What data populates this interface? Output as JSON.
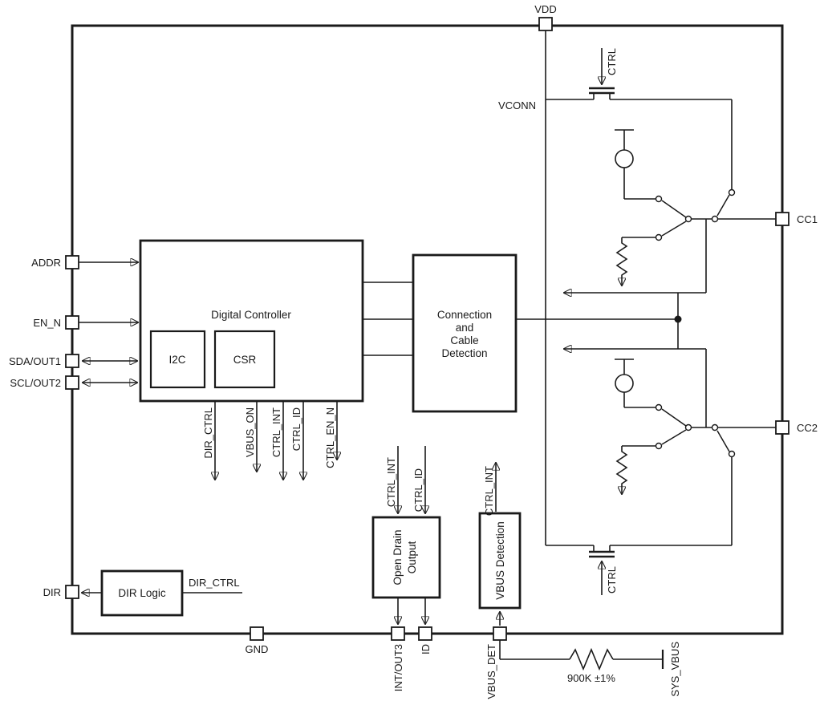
{
  "pins": {
    "vdd": "VDD",
    "addr": "ADDR",
    "en_n": "EN_N",
    "sda_out1": "SDA/OUT1",
    "scl_out2": "SCL/OUT2",
    "dir": "DIR",
    "cc1": "CC1",
    "cc2": "CC2",
    "gnd": "GND",
    "int_out3": "INT/OUT3",
    "id": "ID",
    "vbus_det": "VBUS_DET",
    "sys_vbus": "SYS_VBUS"
  },
  "blocks": {
    "digital_controller": "Digital Controller",
    "i2c": "I2C",
    "csr": "CSR",
    "connection": {
      "l1": "Connection",
      "l2": "and",
      "l3": "Cable",
      "l4": "Detection"
    },
    "open_drain": {
      "l1": "Open Drain",
      "l2": "Output"
    },
    "vbus_detection": "VBUS Detection",
    "dir_logic": "DIR Logic"
  },
  "signals": {
    "dir_ctrl": "DIR_CTRL",
    "vbus_on": "VBUS_ON",
    "ctrl_int": "CTRL_INT",
    "ctrl_id": "CTRL_ID",
    "ctrl_en_n": "CTRL_EN_N",
    "ctrl": "CTRL",
    "vconn": "VCONN",
    "resistor_value": "900K ±1%"
  },
  "colors": {
    "line": "#1a1a1a",
    "background": "#ffffff"
  }
}
